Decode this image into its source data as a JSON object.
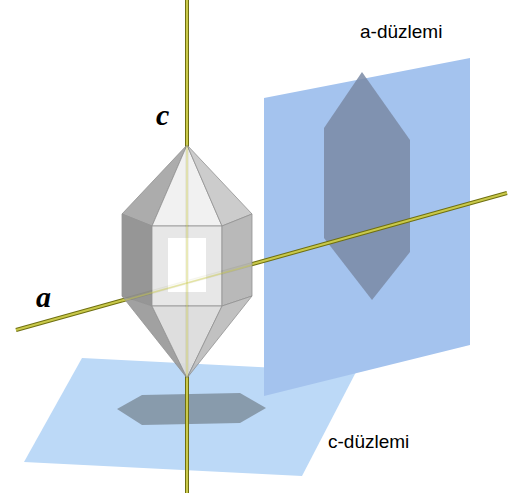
{
  "diagram": {
    "labels": [
      "c",
      "a",
      "a-düzlemi",
      "c-düzlemi"
    ]
  }
}
